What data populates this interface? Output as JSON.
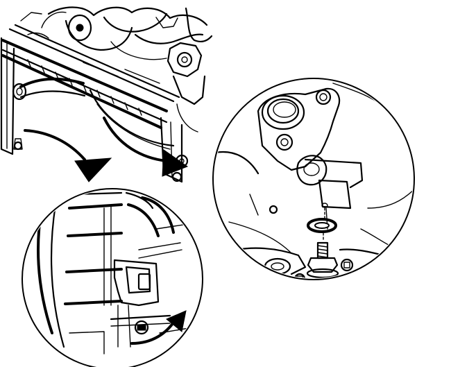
{
  "figure": {
    "background": "#ffffff",
    "ink": "#000000",
    "views": [
      {
        "id": "overview",
        "name": "engine-and-radiator-overview"
      },
      {
        "id": "detail-lower-left",
        "name": "radiator-bracket-detail"
      },
      {
        "id": "detail-right",
        "name": "thermostat-housing-bolt-detail"
      }
    ],
    "arrows": [
      {
        "name": "removal-arrow-left"
      },
      {
        "name": "removal-arrow-right"
      },
      {
        "name": "removal-arrow-bracket"
      }
    ]
  }
}
